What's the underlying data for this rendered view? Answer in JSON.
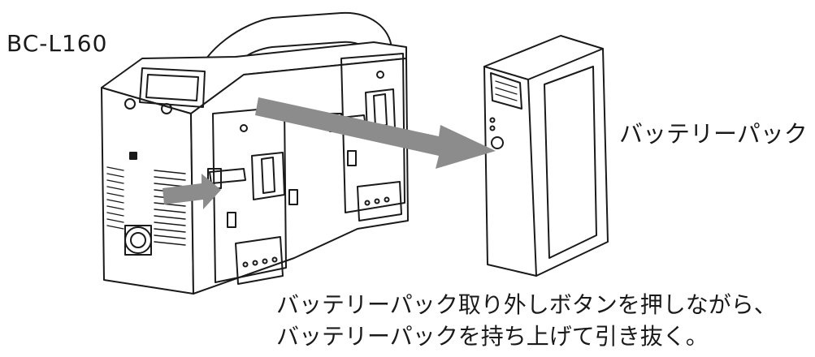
{
  "labels": {
    "model": "BC-L160",
    "battery_pack": "バッテリーパック"
  },
  "instructions": [
    "バッテリーパック取り外しボタンを押しながら、",
    "バッテリーパックを持ち上げて引き抜く。"
  ],
  "colors": {
    "line": "#1a1a1a",
    "arrow": "#8c8c8c",
    "background": "#ffffff"
  }
}
